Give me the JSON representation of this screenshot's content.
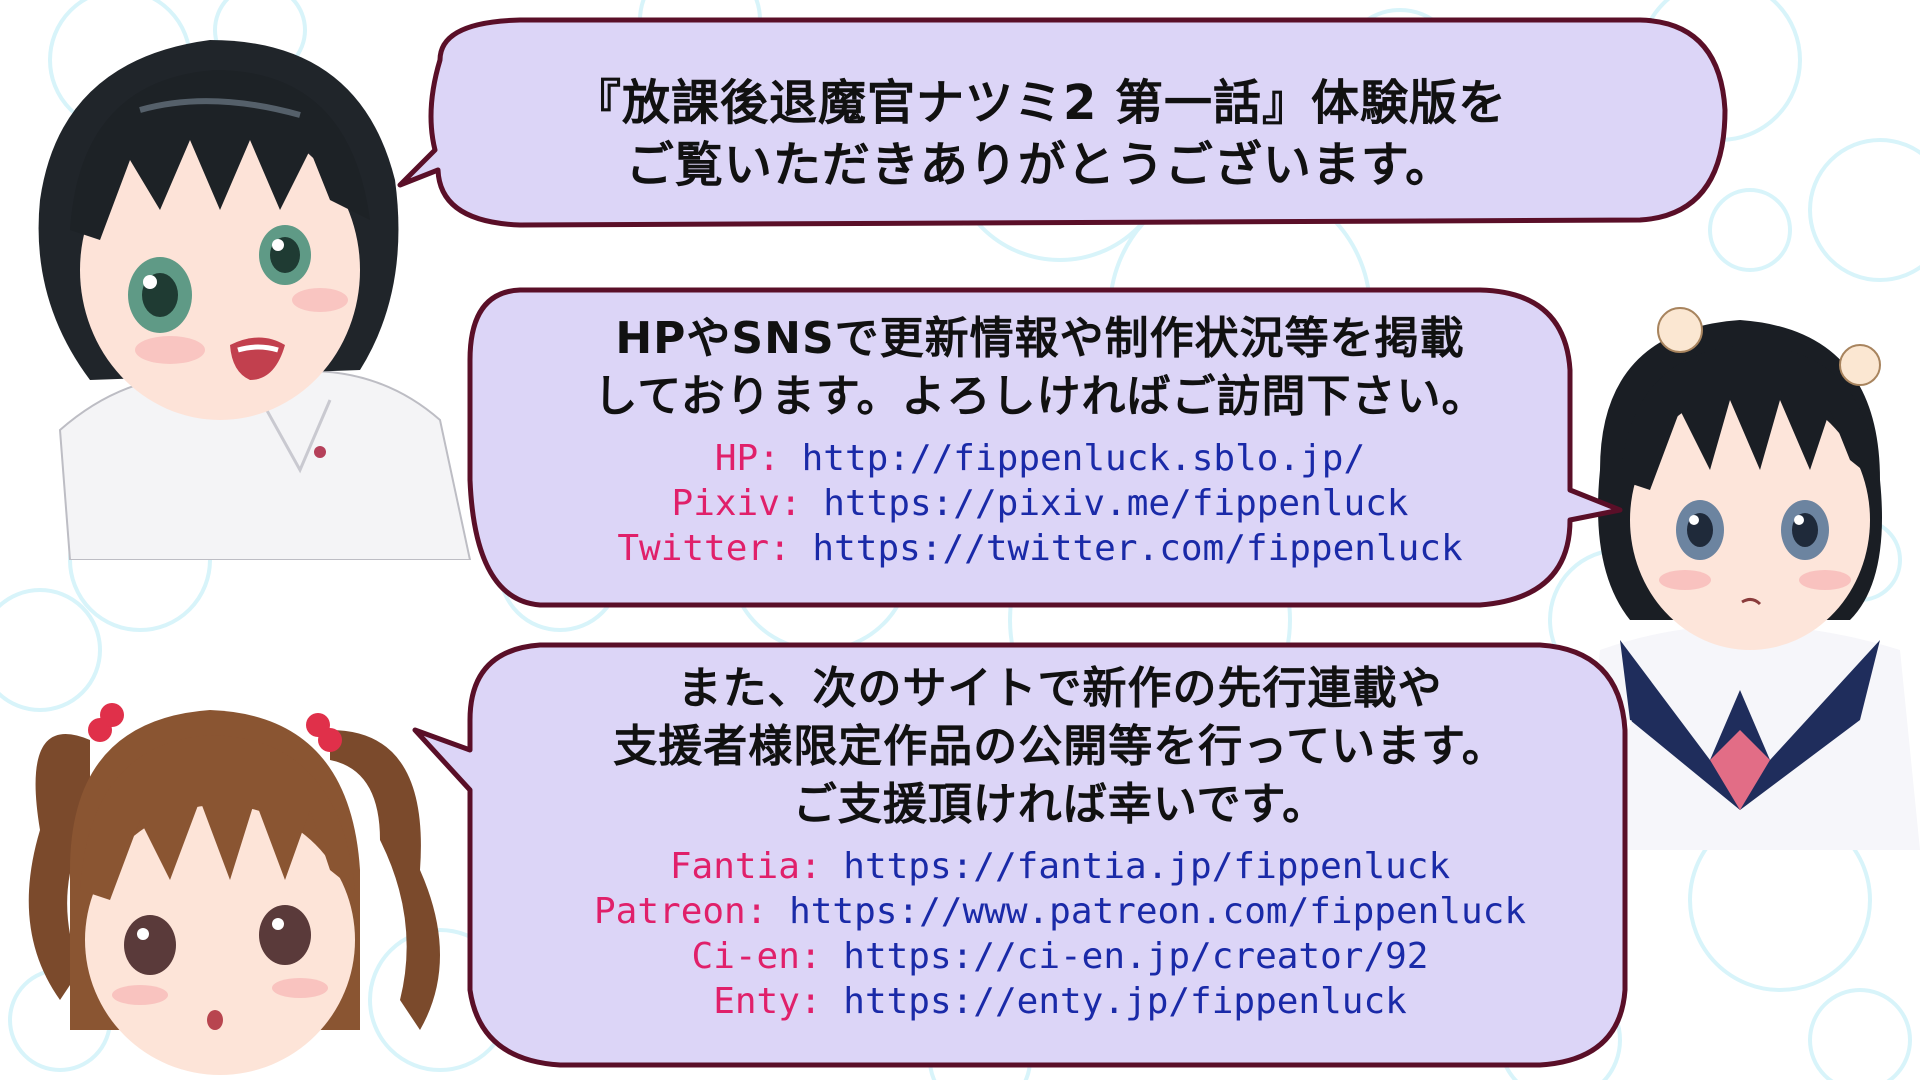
{
  "bubble_top": {
    "line1": "『放課後退魔官ナツミ2 第一話』体験版を",
    "line2": "ご覧いただきありがとうございます。"
  },
  "bubble_middle": {
    "line1": "HPやSNSで更新情報や制作状況等を掲載",
    "line2": "しております。よろしければご訪問下さい。",
    "links": [
      {
        "label": "HP:",
        "url": "http://fippenluck.sblo.jp/"
      },
      {
        "label": "Pixiv:",
        "url": "https://pixiv.me/fippenluck"
      },
      {
        "label": "Twitter:",
        "url": "https://twitter.com/fippenluck"
      }
    ]
  },
  "bubble_bottom": {
    "line1": "また、次のサイトで新作の先行連載や",
    "line2": "支援者様限定作品の公開等を行っています。",
    "line3": "ご支援頂ければ幸いです。",
    "links": [
      {
        "label": "Fantia:",
        "url": "https://fantia.jp/fippenluck"
      },
      {
        "label": "Patreon:",
        "url": "https://www.patreon.com/fippenluck"
      },
      {
        "label": "Ci-en:",
        "url": "https://ci-en.jp/creator/92"
      },
      {
        "label": "Enty:",
        "url": "https://enty.jp/fippenluck"
      }
    ]
  },
  "colors": {
    "bubble_fill": "#dcd5f7",
    "bubble_border": "#5a0f28",
    "link_label": "#e0206a",
    "link_url": "#1a2aa8",
    "text": "#111111"
  },
  "illustrations": [
    "girl-black-bob-hair-icon",
    "girl-short-black-hair-sailor-uniform-icon",
    "girl-brown-twintails-icon"
  ]
}
